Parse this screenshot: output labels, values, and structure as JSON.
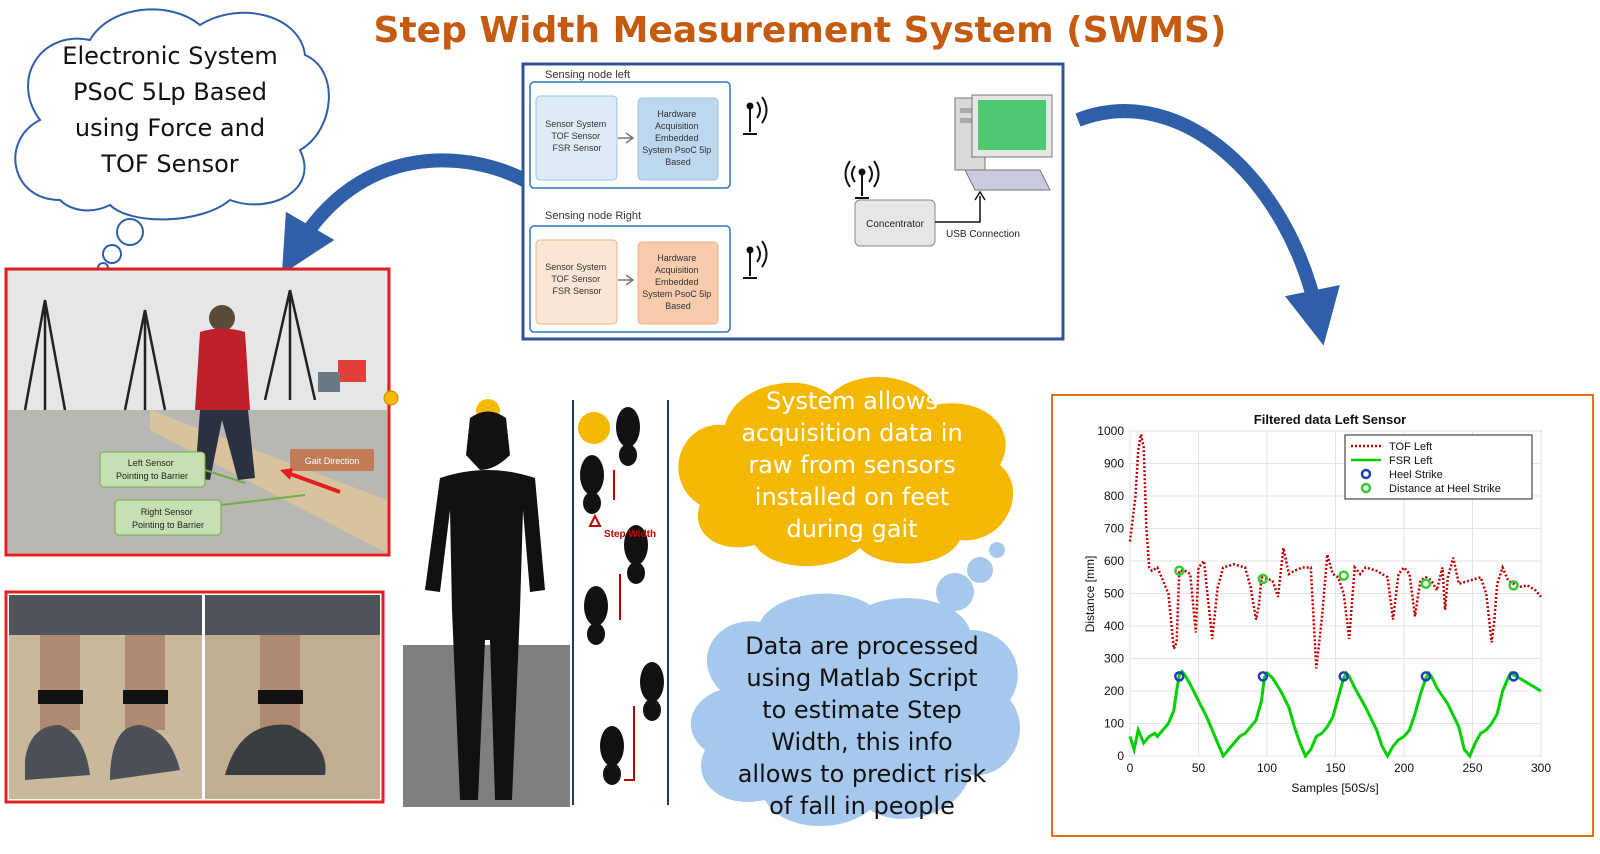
{
  "title": "Step Width Measurement System (SWMS)",
  "clouds": {
    "electronic": [
      "Electronic System",
      "PSoC 5Lp Based",
      "using Force and",
      "TOF Sensor"
    ],
    "acquisition": [
      "System allows",
      "acquisition data in",
      "raw from sensors",
      "installed on feet",
      "during gait"
    ],
    "processing": [
      "Data are processed",
      "using Matlab Script",
      "to estimate Step",
      "Width, this info",
      "allows to predict risk",
      "of fall in people"
    ]
  },
  "block_diagram": {
    "left_node_title": "Sensing node left",
    "right_node_title": "Sensing node Right",
    "sensor_box": [
      "Sensor System",
      "TOF Sensor",
      "FSR Sensor"
    ],
    "hardware_box": [
      "Hardware",
      "Acquisition",
      "Embedded",
      "System PsoC 5lp",
      "Based"
    ],
    "concentrator": "Concentrator",
    "usb": "USB Connection"
  },
  "photo": {
    "left_sensor": [
      "Left Sensor",
      "Pointing to Barrier"
    ],
    "right_sensor": [
      "Right Sensor",
      "Pointing to Barrier"
    ],
    "gait_direction": "Gait Direction"
  },
  "step_width_label": "Step Width",
  "colors": {
    "accent": "#c55a11",
    "arrow": "#2e5fa8",
    "cloud_yellow": "#f5b800",
    "cloud_blue": "#a6c8ed",
    "photo_border": "#e02020"
  },
  "chart_data": {
    "type": "line",
    "title": "Filtered data Left Sensor",
    "xlabel": "Samples [50S/s]",
    "ylabel": "Distance [mm]",
    "xlim": [
      0,
      300
    ],
    "ylim": [
      0,
      1000
    ],
    "xticks": [
      0,
      50,
      100,
      150,
      200,
      250,
      300
    ],
    "yticks": [
      0,
      100,
      200,
      300,
      400,
      500,
      600,
      700,
      800,
      900,
      1000
    ],
    "grid": true,
    "legend_position": "top-right",
    "series": [
      {
        "name": "TOF Left",
        "style": "dotted",
        "color": "#c00000",
        "x": [
          0,
          4,
          6,
          8,
          10,
          12,
          14,
          16,
          20,
          28,
          32,
          34,
          36,
          40,
          44,
          48,
          50,
          54,
          60,
          64,
          68,
          76,
          84,
          88,
          92,
          94,
          96,
          100,
          104,
          108,
          112,
          116,
          120,
          126,
          132,
          136,
          140,
          144,
          146,
          148,
          152,
          156,
          160,
          164,
          168,
          172,
          180,
          188,
          192,
          196,
          200,
          204,
          208,
          212,
          216,
          220,
          224,
          228,
          230,
          232,
          236,
          240,
          248,
          256,
          260,
          264,
          266,
          268,
          272,
          276,
          280,
          284,
          290,
          296,
          300
        ],
        "y": [
          660,
          800,
          940,
          990,
          950,
          700,
          580,
          570,
          580,
          500,
          330,
          350,
          570,
          570,
          560,
          380,
          580,
          600,
          360,
          520,
          580,
          590,
          580,
          520,
          420,
          460,
          550,
          545,
          540,
          490,
          640,
          560,
          570,
          580,
          580,
          270,
          420,
          620,
          590,
          560,
          550,
          500,
          360,
          580,
          560,
          580,
          570,
          550,
          420,
          560,
          580,
          560,
          430,
          540,
          550,
          540,
          510,
          580,
          450,
          550,
          610,
          530,
          540,
          550,
          500,
          350,
          420,
          530,
          580,
          540,
          530,
          520,
          525,
          510,
          490
        ]
      },
      {
        "name": "FSR Left",
        "style": "solid",
        "color": "#00d000",
        "x": [
          0,
          3,
          6,
          10,
          14,
          18,
          20,
          24,
          28,
          32,
          34,
          36,
          38,
          40,
          44,
          50,
          56,
          60,
          64,
          68,
          72,
          76,
          80,
          84,
          88,
          92,
          96,
          98,
          100,
          104,
          110,
          116,
          120,
          124,
          128,
          132,
          136,
          140,
          144,
          148,
          152,
          156,
          158,
          160,
          164,
          172,
          180,
          184,
          188,
          192,
          196,
          200,
          204,
          208,
          212,
          216,
          218,
          220,
          224,
          232,
          240,
          244,
          248,
          252,
          256,
          260,
          264,
          268,
          272,
          276,
          278,
          280,
          284,
          292,
          300
        ],
        "y": [
          60,
          20,
          80,
          40,
          60,
          70,
          60,
          80,
          100,
          140,
          200,
          250,
          260,
          250,
          220,
          170,
          120,
          80,
          40,
          0,
          20,
          40,
          60,
          70,
          90,
          110,
          170,
          240,
          255,
          240,
          200,
          150,
          90,
          40,
          0,
          20,
          60,
          70,
          90,
          120,
          180,
          240,
          255,
          245,
          210,
          150,
          80,
          30,
          0,
          30,
          50,
          60,
          80,
          130,
          190,
          240,
          255,
          245,
          210,
          160,
          90,
          20,
          0,
          40,
          70,
          80,
          100,
          130,
          200,
          240,
          255,
          250,
          240,
          220,
          200
        ]
      },
      {
        "name": "Heel Strike",
        "style": "marker",
        "color": "#1f3fbf",
        "x": [
          36,
          97,
          156,
          216,
          280
        ],
        "y": [
          245,
          245,
          245,
          245,
          245
        ]
      },
      {
        "name": "Distance at Heel Strike",
        "style": "marker",
        "color": "#33cc33",
        "x": [
          36,
          97,
          156,
          216,
          280
        ],
        "y": [
          570,
          545,
          555,
          530,
          525
        ]
      }
    ]
  }
}
